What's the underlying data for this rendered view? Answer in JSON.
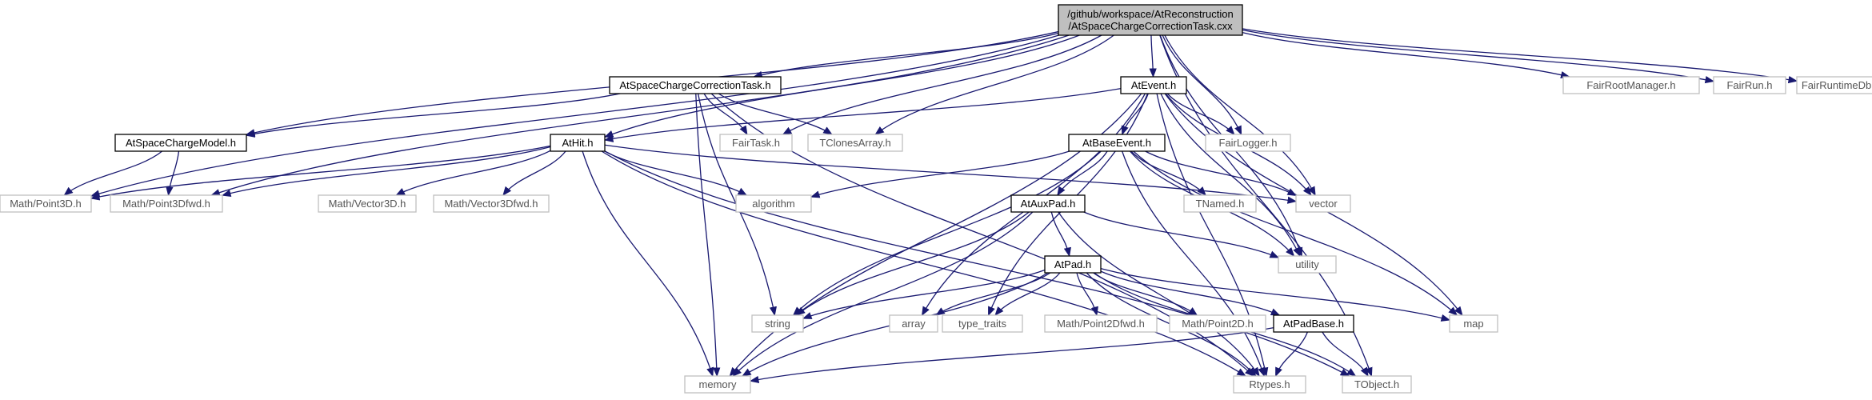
{
  "diagram": {
    "background": "#ffffff",
    "colors": {
      "edge": "#191970",
      "root_fill": "#bfbfbf",
      "node_fill": "#ffffff",
      "node_border": "#000000",
      "external_border": "#bfbfbf",
      "text": "#000000",
      "external_text": "#555555"
    },
    "nodes": [
      {
        "id": "root",
        "lines": [
          "/github/workspace/AtReconstruction",
          "/AtSpaceChargeCorrectionTask.cxx"
        ],
        "kind": "root"
      },
      {
        "id": "task_h",
        "lines": [
          "AtSpaceChargeCorrectionTask.h"
        ],
        "kind": "internal"
      },
      {
        "id": "event_h",
        "lines": [
          "AtEvent.h"
        ],
        "kind": "internal"
      },
      {
        "id": "model_h",
        "lines": [
          "AtSpaceChargeModel.h"
        ],
        "kind": "internal"
      },
      {
        "id": "hit_h",
        "lines": [
          "AtHit.h"
        ],
        "kind": "internal"
      },
      {
        "id": "base_h",
        "lines": [
          "AtBaseEvent.h"
        ],
        "kind": "internal"
      },
      {
        "id": "aux_h",
        "lines": [
          "AtAuxPad.h"
        ],
        "kind": "internal"
      },
      {
        "id": "pad_h",
        "lines": [
          "AtPad.h"
        ],
        "kind": "internal"
      },
      {
        "id": "padbase_h",
        "lines": [
          "AtPadBase.h"
        ],
        "kind": "internal"
      },
      {
        "id": "fairroot",
        "lines": [
          "FairRootManager.h"
        ],
        "kind": "external"
      },
      {
        "id": "fairrun",
        "lines": [
          "FairRun.h"
        ],
        "kind": "external"
      },
      {
        "id": "fairdb",
        "lines": [
          "FairRuntimeDb.h"
        ],
        "kind": "external"
      },
      {
        "id": "fairtask",
        "lines": [
          "FairTask.h"
        ],
        "kind": "external"
      },
      {
        "id": "tclones",
        "lines": [
          "TClonesArray.h"
        ],
        "kind": "external"
      },
      {
        "id": "fairlog",
        "lines": [
          "FairLogger.h"
        ],
        "kind": "external"
      },
      {
        "id": "p3d",
        "lines": [
          "Math/Point3D.h"
        ],
        "kind": "external"
      },
      {
        "id": "p3dfwd",
        "lines": [
          "Math/Point3Dfwd.h"
        ],
        "kind": "external"
      },
      {
        "id": "v3d",
        "lines": [
          "Math/Vector3D.h"
        ],
        "kind": "external"
      },
      {
        "id": "v3dfwd",
        "lines": [
          "Math/Vector3Dfwd.h"
        ],
        "kind": "external"
      },
      {
        "id": "algorithm",
        "lines": [
          "algorithm"
        ],
        "kind": "external"
      },
      {
        "id": "tnamed",
        "lines": [
          "TNamed.h"
        ],
        "kind": "external"
      },
      {
        "id": "vector",
        "lines": [
          "vector"
        ],
        "kind": "external"
      },
      {
        "id": "utility",
        "lines": [
          "utility"
        ],
        "kind": "external"
      },
      {
        "id": "string",
        "lines": [
          "string"
        ],
        "kind": "external"
      },
      {
        "id": "array",
        "lines": [
          "array"
        ],
        "kind": "external"
      },
      {
        "id": "type_traits",
        "lines": [
          "type_traits"
        ],
        "kind": "external"
      },
      {
        "id": "p2dfwd",
        "lines": [
          "Math/Point2Dfwd.h"
        ],
        "kind": "external"
      },
      {
        "id": "p2d",
        "lines": [
          "Math/Point2D.h"
        ],
        "kind": "external"
      },
      {
        "id": "map",
        "lines": [
          "map"
        ],
        "kind": "external"
      },
      {
        "id": "memory",
        "lines": [
          "memory"
        ],
        "kind": "external"
      },
      {
        "id": "rtypes",
        "lines": [
          "Rtypes.h"
        ],
        "kind": "external"
      },
      {
        "id": "tobject",
        "lines": [
          "TObject.h"
        ],
        "kind": "external"
      }
    ],
    "edges": [
      [
        "root",
        "task_h"
      ],
      [
        "root",
        "event_h"
      ],
      [
        "root",
        "model_h"
      ],
      [
        "root",
        "hit_h"
      ],
      [
        "root",
        "fairroot"
      ],
      [
        "root",
        "fairrun"
      ],
      [
        "root",
        "fairdb"
      ],
      [
        "root",
        "fairtask"
      ],
      [
        "root",
        "tclones"
      ],
      [
        "root",
        "fairlog"
      ],
      [
        "root",
        "p3d"
      ],
      [
        "root",
        "p3dfwd"
      ],
      [
        "root",
        "vector"
      ],
      [
        "root",
        "utility"
      ],
      [
        "root",
        "tobject"
      ],
      [
        "task_h",
        "model_h"
      ],
      [
        "task_h",
        "fairtask"
      ],
      [
        "task_h",
        "tclones"
      ],
      [
        "task_h",
        "memory"
      ],
      [
        "task_h",
        "string"
      ],
      [
        "task_h",
        "rtypes"
      ],
      [
        "event_h",
        "hit_h"
      ],
      [
        "event_h",
        "base_h"
      ],
      [
        "event_h",
        "fairlog"
      ],
      [
        "event_h",
        "vector"
      ],
      [
        "event_h",
        "utility"
      ],
      [
        "event_h",
        "map"
      ],
      [
        "event_h",
        "memory"
      ],
      [
        "event_h",
        "array"
      ],
      [
        "event_h",
        "type_traits"
      ],
      [
        "event_h",
        "rtypes"
      ],
      [
        "model_h",
        "p3d"
      ],
      [
        "model_h",
        "p3dfwd"
      ],
      [
        "hit_h",
        "p3d"
      ],
      [
        "hit_h",
        "p3dfwd"
      ],
      [
        "hit_h",
        "v3d"
      ],
      [
        "hit_h",
        "v3dfwd"
      ],
      [
        "hit_h",
        "algorithm"
      ],
      [
        "hit_h",
        "vector"
      ],
      [
        "hit_h",
        "memory"
      ],
      [
        "hit_h",
        "rtypes"
      ],
      [
        "hit_h",
        "tobject"
      ],
      [
        "base_h",
        "algorithm"
      ],
      [
        "base_h",
        "tnamed"
      ],
      [
        "base_h",
        "vector"
      ],
      [
        "base_h",
        "utility"
      ],
      [
        "base_h",
        "aux_h"
      ],
      [
        "base_h",
        "string"
      ],
      [
        "base_h",
        "map"
      ],
      [
        "base_h",
        "rtypes"
      ],
      [
        "aux_h",
        "pad_h"
      ],
      [
        "aux_h",
        "utility"
      ],
      [
        "aux_h",
        "string"
      ],
      [
        "aux_h",
        "memory"
      ],
      [
        "aux_h",
        "rtypes"
      ],
      [
        "pad_h",
        "string"
      ],
      [
        "pad_h",
        "array"
      ],
      [
        "pad_h",
        "type_traits"
      ],
      [
        "pad_h",
        "p2dfwd"
      ],
      [
        "pad_h",
        "p2d"
      ],
      [
        "pad_h",
        "padbase_h"
      ],
      [
        "pad_h",
        "map"
      ],
      [
        "pad_h",
        "memory"
      ],
      [
        "pad_h",
        "rtypes"
      ],
      [
        "pad_h",
        "tobject"
      ],
      [
        "padbase_h",
        "memory"
      ],
      [
        "padbase_h",
        "rtypes"
      ],
      [
        "padbase_h",
        "tobject"
      ]
    ]
  }
}
